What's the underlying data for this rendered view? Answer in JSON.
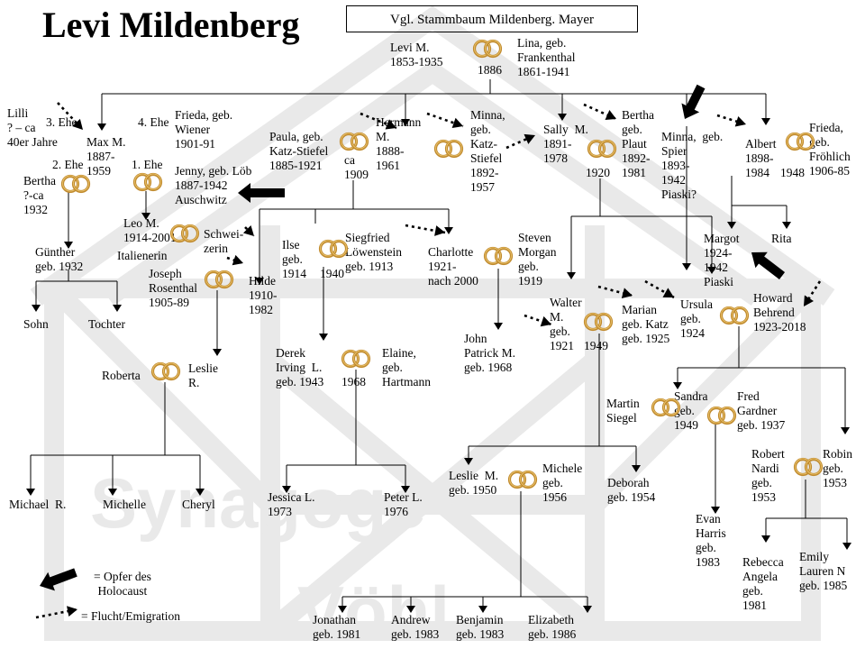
{
  "title": "Levi Mildenberg",
  "reference": "Vgl. Stammbaum Mildenberg. Mayer",
  "watermark": "Synagoge Vöhl",
  "legend": {
    "victim": "= Opfer des\nHolocaust",
    "flight": "= Flucht/Emigration"
  },
  "labels": {
    "levi": "Levi M.\n1853-1935",
    "levi_year": "1886",
    "lina": "Lina, geb.\nFrankenthal\n1861-1941",
    "lilli": "Lilli\n? – ca\n40er Jahre",
    "ehe3": "3. Ehe",
    "ehe4": "4. Ehe",
    "ehe2": "2. Ehe",
    "ehe1": "1. Ehe",
    "max": "Max M.\n1887-\n1959",
    "frieda_w": "Frieda, geb.\nWiener\n1901-91",
    "jenny": "Jenny, geb. Löb\n1887-1942\nAuschwitz",
    "bertha_c": "Bertha\n?-ca\n1932",
    "leo": "Leo M.\n1914-2001",
    "schweizerin": "Schwei-\nzerin",
    "italienerin": "Italienerin",
    "guenther": "Günther\ngeb. 1932",
    "sohn": "Sohn",
    "tochter": "Tochter",
    "joseph": "Joseph\nRosenthal\n1905-89",
    "hilde": "Hilde\n1910-\n1982",
    "leslie_r": "Leslie\nR.",
    "roberta": "Roberta",
    "michael": "Michael  R.",
    "michelle": "Michelle",
    "cheryl": "Cheryl",
    "paula": "Paula, geb.\nKatz-Stiefel\n1885-1921",
    "ca1909": "ca\n1909",
    "hermann": "Hermann\nM.\n1888-\n1961",
    "minna_k": "Minna,\ngeb.\nKatz-\nStiefel\n1892-\n1957",
    "ilse": "Ilse\ngeb.\n1914",
    "y1940": "1940",
    "siegfried": "Siegfried\nLöwenstein\ngeb. 1913",
    "derek": "Derek\nIrving  L.\ngeb. 1943",
    "y1968": "1968",
    "elaine": "Elaine,\ngeb.\nHartmann",
    "jessica": "Jessica L.\n1973",
    "peter": "Peter L.\n1976",
    "charlotte": "Charlotte\n1921-\nnach 2000",
    "steven": "Steven\nMorgan\ngeb.\n1919",
    "john": "John\nPatrick M.\ngeb. 1968",
    "sally": "Sally  M.\n1891-\n1978",
    "y1920": "1920",
    "bertha_p": "Bertha\ngeb.\nPlaut\n1892-\n1981",
    "minna_s": "Minna,  geb.\nSpier\n1893-\n1942\nPiaski?",
    "albert": "Albert\n1898-\n1984",
    "y1948": "1948",
    "frieda_f": "Frieda,\ngeb.\nFröhlich\n1906-85",
    "margot": "Margot\n1924-\n1942\nPiaski",
    "rita": "Rita",
    "walter": "Walter\nM.\ngeb.\n1921",
    "y1949": "1949",
    "marian": "Marian\ngeb. Katz\ngeb. 1925",
    "ursula": "Ursula\ngeb.\n1924",
    "howard": "Howard\nBehrend\n1923-2018",
    "martin": "Martin\nSiegel",
    "sandra": "Sandra\ngeb.\n1949",
    "fred": "Fred\nGardner\ngeb. 1937",
    "leslie_m": "Leslie  M.\ngeb. 1950",
    "michele": "Michele\ngeb.\n1956",
    "deborah": "Deborah\ngeb. 1954",
    "evan": "Evan\nHarris\ngeb.\n1983",
    "robert": "Robert\nNardi\ngeb.\n1953",
    "robin": "Robin\ngeb.\n1953",
    "rebecca": "Rebecca\nAngela\ngeb.\n1981",
    "emily": "Emily\nLauren N\ngeb. 1985",
    "jonathan": "Jonathan\ngeb. 1981",
    "andrew": "Andrew\ngeb. 1983",
    "benjamin": "Benjamin\ngeb. 1983",
    "elizabeth": "Elizabeth\ngeb. 1986"
  },
  "colors": {
    "ring": "#c08a2e",
    "ring_light": "#e7c06a",
    "line": "#000000",
    "watermark": "#e9e9e9"
  },
  "icons": {
    "marriage": "wedding-rings-icon",
    "victim": "thick-arrow-icon",
    "flight": "dotted-arrow-icon"
  }
}
